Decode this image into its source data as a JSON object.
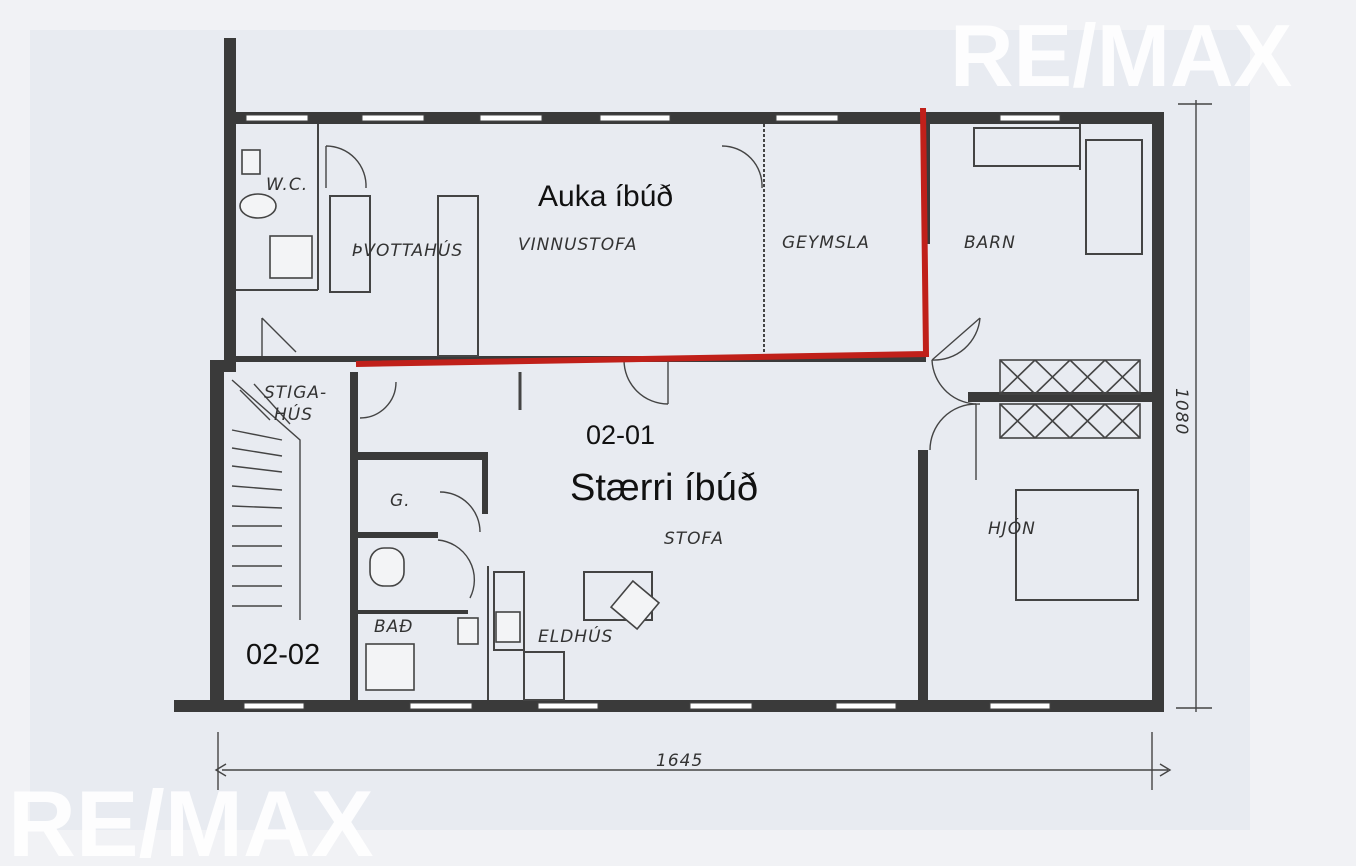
{
  "brand": {
    "watermark": "RE/MAX"
  },
  "units": {
    "upper": "Auka íbúð",
    "main_number": "02-01",
    "main": "Stærri íbúð",
    "stair_unit": "02-02"
  },
  "rooms": {
    "wc": "W.C.",
    "laundry": "ÞVOTTAHÚS",
    "workroom": "VINNUSTOFA",
    "storage": "GEYMSLA",
    "child": "BARN",
    "stair": "STIGA-",
    "stair2": "HÚS",
    "living": "STOFA",
    "wardrobe": "G.",
    "bath": "BAÐ",
    "kitchen": "ELDHÚS",
    "master": "HJÓN"
  },
  "dimensions": {
    "width": "1645",
    "depth": "1080"
  },
  "colors": {
    "divider": "#c0201a",
    "wall": "#333333",
    "background": "#f1f2f5",
    "plan_bg": "#e8ebf1"
  }
}
